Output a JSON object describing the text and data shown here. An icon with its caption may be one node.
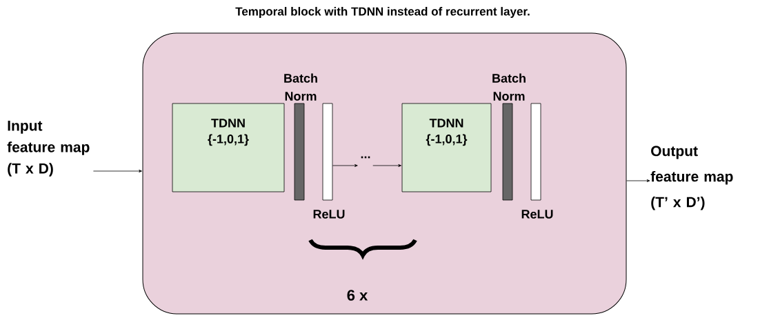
{
  "diagram": {
    "title": "Temporal block with TDNN instead of recurrent layer.",
    "nodes": [
      {
        "text": [],
        "shape": "box"
      },
      {
        "text": [
          "Input feature map (T x D)"
        ]
      },
      {
        "text": [
          "TDNN {-1,0,1}"
        ],
        "in": 0
      },
      {
        "text": [
          "Batch Norm"
        ],
        "in": 0
      },
      {
        "text": [
          "ReLU"
        ],
        "in": 0
      },
      {
        "text": [
          "..."
        ],
        "in": 0
      },
      {
        "text": [
          "TDNN {-1,0,1}"
        ],
        "in": 0
      },
      {
        "text": [
          "Batch Norm"
        ],
        "in": 0
      },
      {
        "text": [
          "ReLU"
        ],
        "in": 0
      },
      {
        "text": [
          "Output feature map (T’ x D’)"
        ]
      }
    ],
    "edges": [
      {
        "from": 1,
        "to": 0,
        "arrow": "to"
      },
      {
        "from": 4,
        "to": 5,
        "arrow": "to"
      },
      {
        "from": 5,
        "to": 6,
        "arrow": "to"
      },
      {
        "from": 0,
        "to": 9,
        "arrow": "to"
      }
    ],
    "labels": [
      "6 x"
    ]
  }
}
